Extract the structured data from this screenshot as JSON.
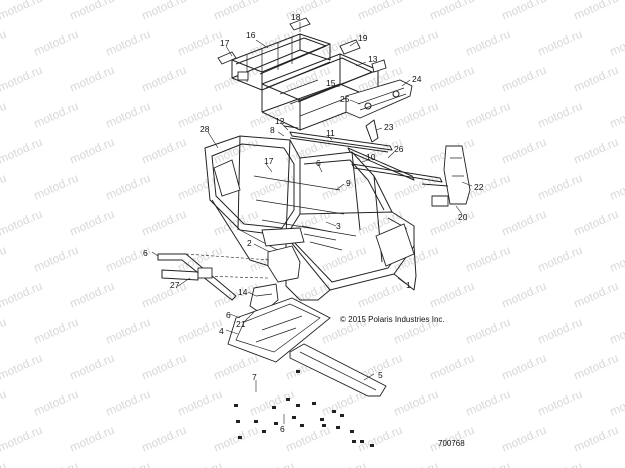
{
  "watermark_text": "motod.ru",
  "copyright": "© 2015 Polaris Industries Inc.",
  "drawing_number": "700768",
  "callouts": [
    {
      "id": "c18",
      "label": "18"
    },
    {
      "id": "c17a",
      "label": "17"
    },
    {
      "id": "c16",
      "label": "16"
    },
    {
      "id": "c19",
      "label": "19"
    },
    {
      "id": "c13",
      "label": "13"
    },
    {
      "id": "c15",
      "label": "15"
    },
    {
      "id": "c24",
      "label": "24"
    },
    {
      "id": "c25",
      "label": "25"
    },
    {
      "id": "c23",
      "label": "23"
    },
    {
      "id": "c12",
      "label": "12"
    },
    {
      "id": "c8",
      "label": "8"
    },
    {
      "id": "c11",
      "label": "11"
    },
    {
      "id": "c28",
      "label": "28"
    },
    {
      "id": "c26",
      "label": "26"
    },
    {
      "id": "c10",
      "label": "10"
    },
    {
      "id": "c17b",
      "label": "17"
    },
    {
      "id": "c6a",
      "label": "6"
    },
    {
      "id": "c9",
      "label": "9"
    },
    {
      "id": "c22",
      "label": "22"
    },
    {
      "id": "c20",
      "label": "20"
    },
    {
      "id": "c3",
      "label": "3"
    },
    {
      "id": "c2",
      "label": "2"
    },
    {
      "id": "c6b",
      "label": "6"
    },
    {
      "id": "c27",
      "label": "27"
    },
    {
      "id": "c1",
      "label": "1"
    },
    {
      "id": "c14",
      "label": "14"
    },
    {
      "id": "c6c",
      "label": "6"
    },
    {
      "id": "c21",
      "label": "21"
    },
    {
      "id": "c4",
      "label": "4"
    },
    {
      "id": "c5",
      "label": "5"
    },
    {
      "id": "c7",
      "label": "7"
    },
    {
      "id": "c6d",
      "label": "6"
    }
  ]
}
